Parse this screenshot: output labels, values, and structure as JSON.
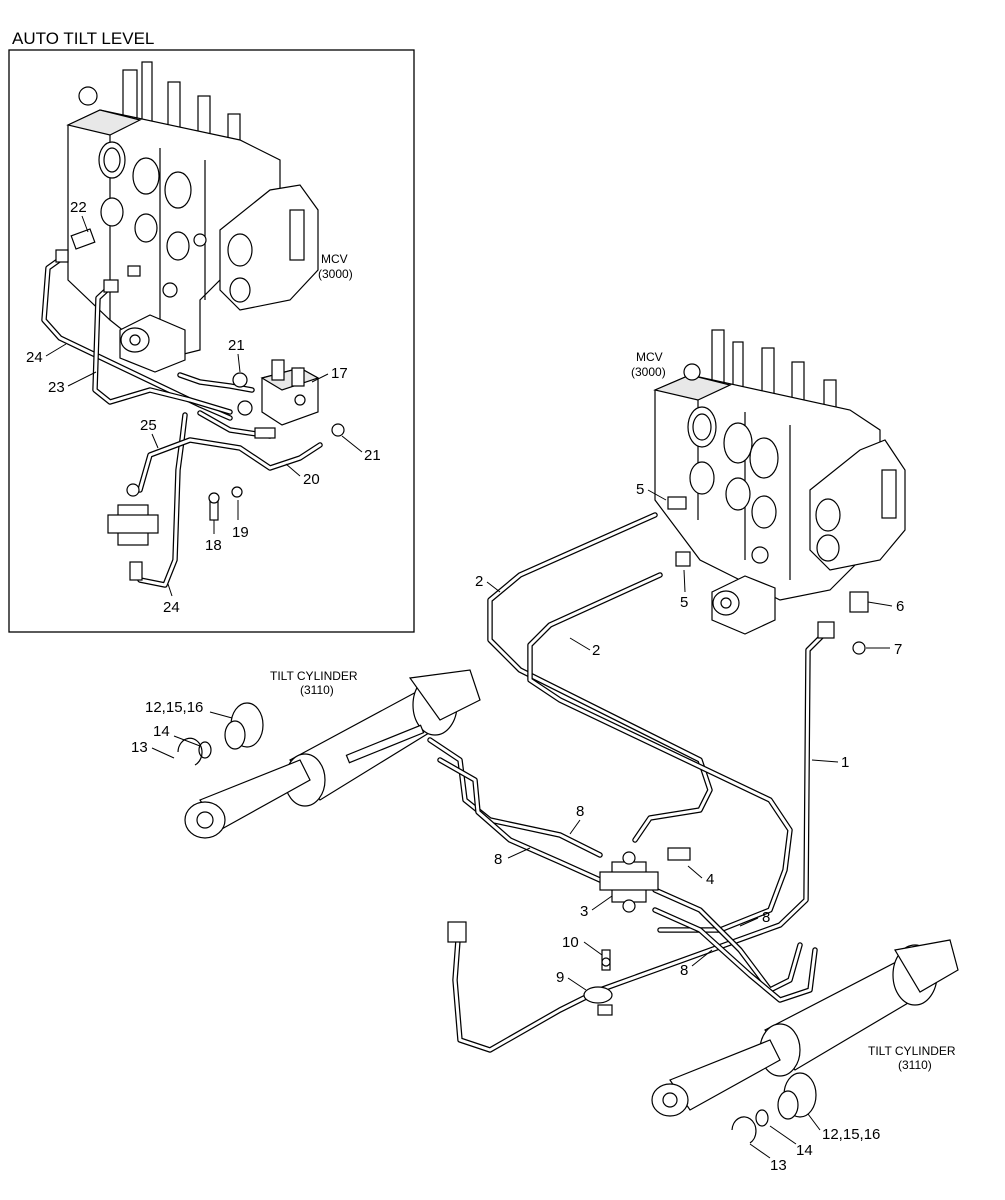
{
  "section_title": "AUTO TILT LEVEL",
  "mcv_inset": {
    "name": "MCV",
    "code": "(3000)"
  },
  "mcv_main": {
    "name": "MCV",
    "code": "(3000)"
  },
  "tilt_left": {
    "name": "TILT CYLINDER",
    "code": "(3110)"
  },
  "tilt_right": {
    "name": "TILT CYLINDER",
    "code": "(3110)"
  },
  "inset_labels": {
    "p22": "22",
    "p24a": "24",
    "p23": "23",
    "p21a": "21",
    "p17": "17",
    "p21b": "21",
    "p20": "20",
    "p25": "25",
    "p19": "19",
    "p18": "18",
    "p24b": "24"
  },
  "main_labels": {
    "p5a": "5",
    "p5b": "5",
    "p2a": "2",
    "p2b": "2",
    "p6": "6",
    "p7": "7",
    "p1": "1",
    "p8a": "8",
    "p8b": "8",
    "p4": "4",
    "p3": "3",
    "p8c": "8",
    "p8d": "8",
    "p10": "10",
    "p9": "9",
    "p12a": "12,15,16",
    "p14a": "14",
    "p13a": "13",
    "p12b": "12,15,16",
    "p14b": "14",
    "p13b": "13"
  }
}
